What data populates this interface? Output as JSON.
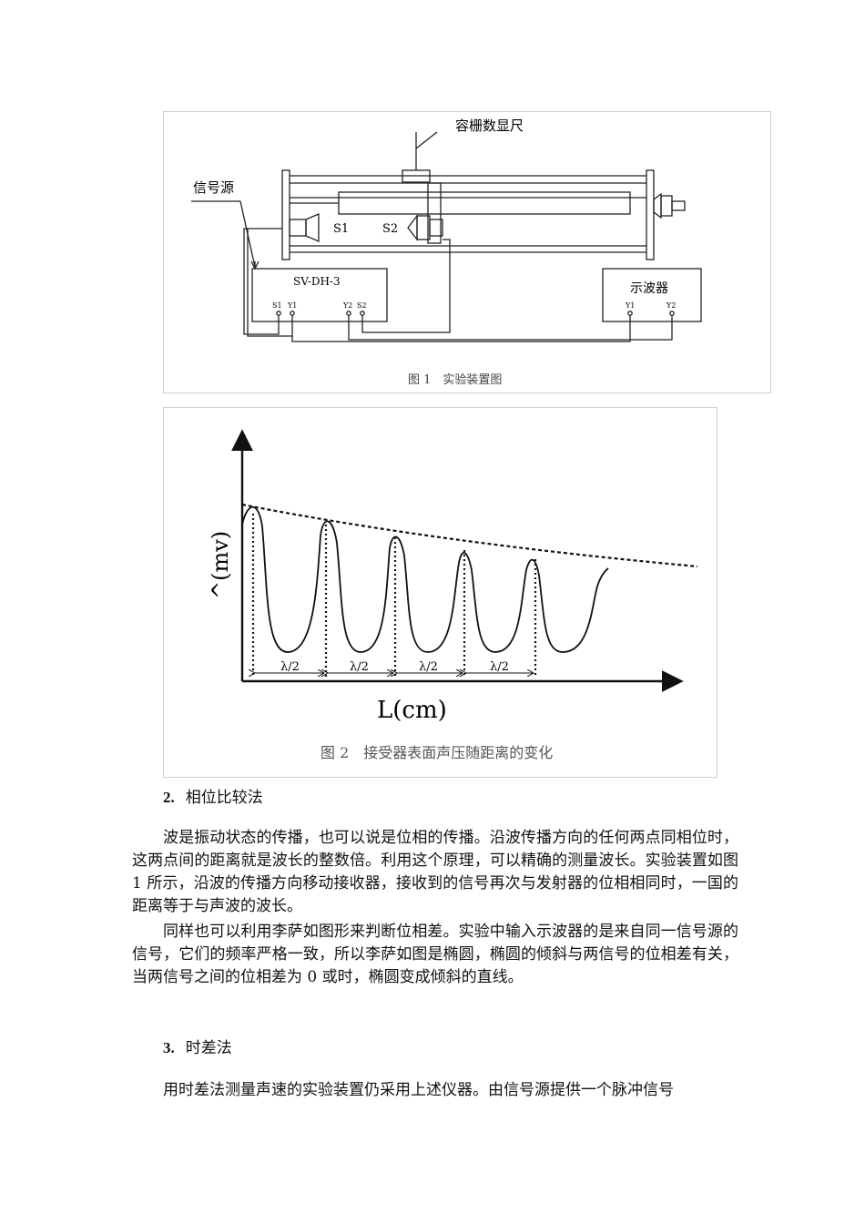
{
  "figure1": {
    "ruler_label": "容栅数显尺",
    "source_label": "信号源",
    "s1_label": "S1",
    "s2_label": "S2",
    "device_label": "SV-DH-3",
    "device_ports": [
      "S1",
      "Y1",
      "Y2",
      "S2"
    ],
    "scope_label": "示波器",
    "scope_ports": [
      "Y1",
      "Y2"
    ],
    "caption": "图 1　实验装置图"
  },
  "figure2": {
    "ylabel": "^(mv)",
    "xlabel": "L(cm)",
    "interval_labels": [
      "λ/2",
      "λ/2",
      "λ/2",
      "λ/2"
    ],
    "caption": "图 2　接受器表面声压随距离的变化"
  },
  "section2": {
    "number": "2.",
    "title": "相位比较法",
    "paragraphs": [
      "波是振动状态的传播，也可以说是位相的传播。沿波传播方向的任何两点同相位时，这两点间的距离就是波长的整数倍。利用这个原理，可以精确的测量波长。实验装置如图 1 所示，沿波的传播方向移动接收器，接收到的信号再次与发射器的位相相同时，一国的距离等于与声波的波长。",
      "同样也可以利用李萨如图形来判断位相差。实验中输入示波器的是来自同一信号源的信号，它们的频率严格一致，所以李萨如图是椭圆，椭圆的倾斜与两信号的位相差有关，当两信号之间的位相差为 0 或时，椭圆变成倾斜的直线。"
    ]
  },
  "section3": {
    "number": "3.",
    "title": "时差法",
    "paragraph": "用时差法测量声速的实验装置仍采用上述仪器。由信号源提供一个脉冲信号"
  }
}
